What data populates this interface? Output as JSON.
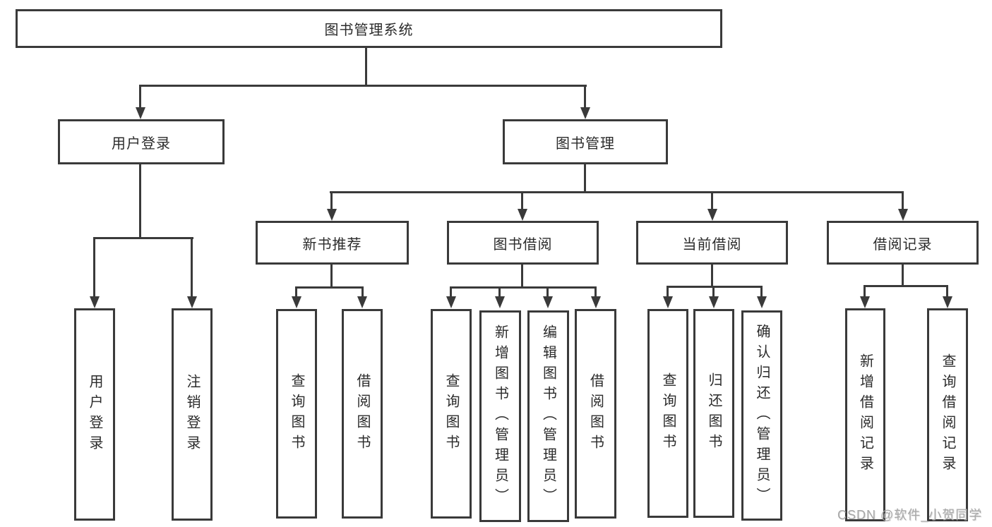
{
  "tree": {
    "label": "图书管理系统",
    "children": [
      {
        "label": "用户登录",
        "children": [
          {
            "label": "用户登录"
          },
          {
            "label": "注销登录"
          }
        ]
      },
      {
        "label": "图书管理",
        "children": [
          {
            "label": "新书推荐",
            "children": [
              {
                "label": "查询图书"
              },
              {
                "label": "借阅图书"
              }
            ]
          },
          {
            "label": "图书借阅",
            "children": [
              {
                "label": "查询图书"
              },
              {
                "label": "新增图书（管理员）"
              },
              {
                "label": "编辑图书（管理员）"
              },
              {
                "label": "借阅图书"
              }
            ]
          },
          {
            "label": "当前借阅",
            "children": [
              {
                "label": "查询图书"
              },
              {
                "label": "归还图书"
              },
              {
                "label": "确认归还（管理员）"
              }
            ]
          },
          {
            "label": "借阅记录",
            "children": [
              {
                "label": "新增借阅记录"
              },
              {
                "label": "查询借阅记录"
              }
            ]
          }
        ]
      }
    ]
  },
  "watermark": {
    "text": "CSDN @软件_小贺同学"
  },
  "colors": {
    "line": "#3a3a3a",
    "text": "#2b2b2b",
    "watermark": "#a8a8a8",
    "background": "#ffffff"
  }
}
